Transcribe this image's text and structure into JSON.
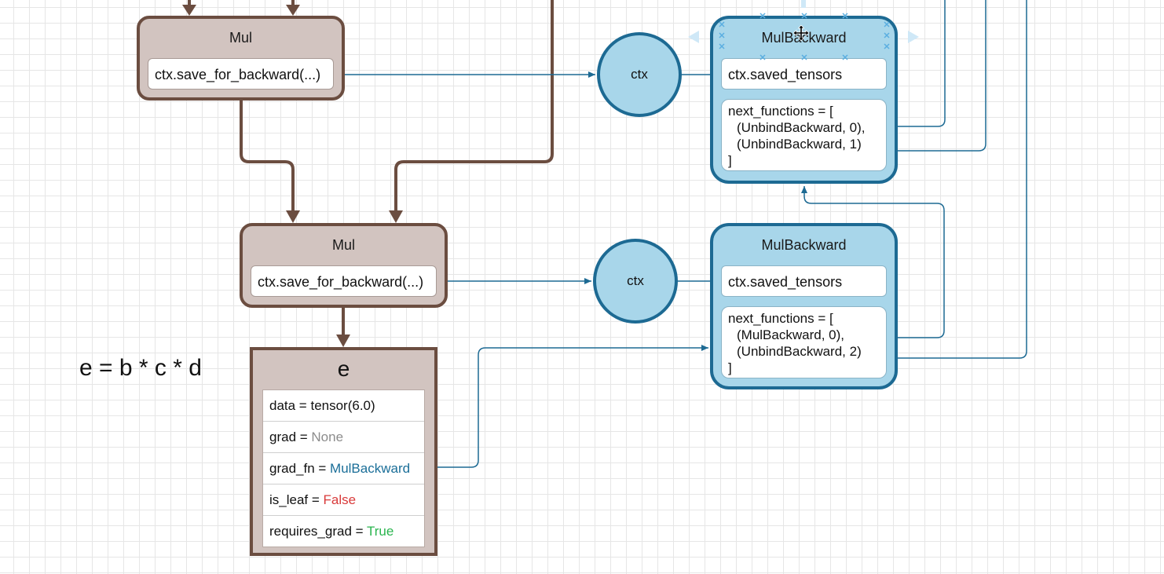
{
  "formula": "e = b * c * d",
  "mul_nodes": [
    {
      "title": "Mul",
      "slot": "ctx.save_for_backward(...)"
    },
    {
      "title": "Mul",
      "slot": "ctx.save_for_backward(...)"
    }
  ],
  "ctx_nodes": [
    {
      "label": "ctx"
    },
    {
      "label": "ctx"
    }
  ],
  "backward_nodes": [
    {
      "title": "MulBackward",
      "saved": "ctx.saved_tensors",
      "next_open": "next_functions = [",
      "next_items": [
        "(UnbindBackward, 0),",
        "(UnbindBackward, 1)"
      ],
      "next_close": "]"
    },
    {
      "title": "MulBackward",
      "saved": "ctx.saved_tensors",
      "next_open": "next_functions = [",
      "next_items": [
        "(MulBackward, 0),",
        "(UnbindBackward, 2)"
      ],
      "next_close": "]"
    }
  ],
  "tensor_e": {
    "title": "e",
    "rows": [
      {
        "key": "data = ",
        "value": "tensor(6.0)"
      },
      {
        "key": "grad = ",
        "value": "None"
      },
      {
        "key": "grad_fn = ",
        "value": "MulBackward"
      },
      {
        "key": "is_leaf = ",
        "value": "False"
      },
      {
        "key": "requires_grad = ",
        "value": "True"
      }
    ]
  },
  "colors": {
    "forward_border": "#6b4d40",
    "forward_fill": "#d2c4c0",
    "backward_border": "#1d6a93",
    "backward_fill": "#a8d6ea",
    "none_value": "#8c8c8c",
    "fn_value": "#1a6e98",
    "false_value": "#d93b3b",
    "true_value": "#2bb54f"
  },
  "icons": {
    "cursor": "move-cursor-icon",
    "selection": "selection-handles-icon"
  }
}
